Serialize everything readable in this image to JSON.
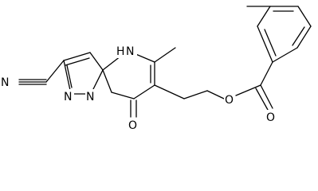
{
  "structure": {
    "atoms": {
      "nitrile_n": "N",
      "pyrazole_n": "N",
      "bridge_n": "N",
      "nh": "H",
      "nh_n": "N",
      "carbonyl_o": "O",
      "ester_o_single": "O",
      "ester_o_double": "O"
    }
  }
}
